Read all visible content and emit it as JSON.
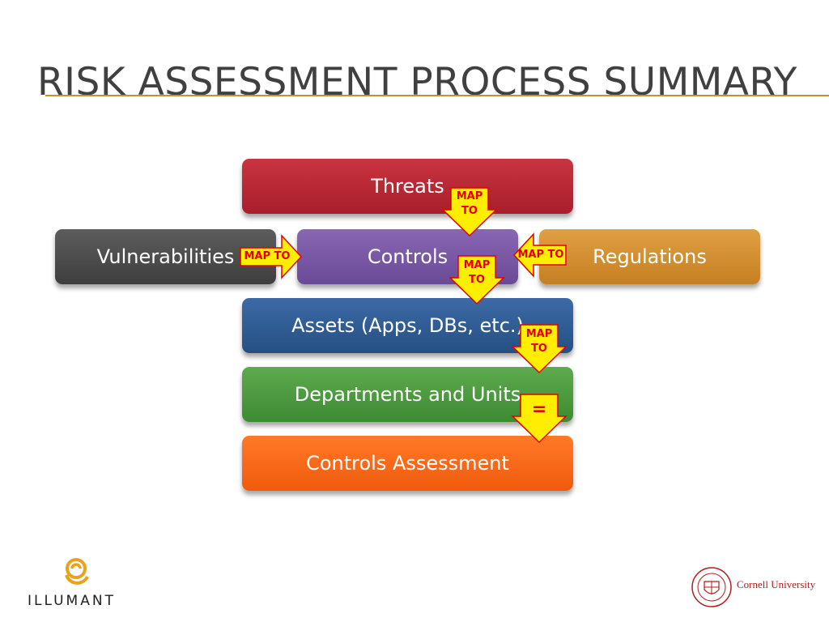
{
  "title": "RISK ASSESSMENT PROCESS SUMMARY",
  "boxes": {
    "threats": "Threats",
    "vulnerabilities": "Vulnerabilities",
    "controls": "Controls",
    "regulations": "Regulations",
    "assets": "Assets (Apps, DBs, etc.)",
    "departments": "Departments and Units",
    "assessment": "Controls Assessment"
  },
  "arrows": {
    "threats_to_controls": [
      "MAP",
      "TO"
    ],
    "vuln_to_controls": "MAP TO",
    "reg_to_controls": "MAP TO",
    "controls_to_assets": [
      "MAP",
      "TO"
    ],
    "assets_to_departments": [
      "MAP",
      "TO"
    ],
    "departments_to_assessment": "="
  },
  "logos": {
    "left": "ILLUMANT",
    "right": "Cornell University"
  },
  "colors": {
    "title_rule": "#c9902e",
    "arrow_fill": "#ffee00",
    "arrow_stroke": "#e00000",
    "threats": "#b5262f",
    "vulnerabilities": "#4a4a4a",
    "controls": "#7655a3",
    "regulations": "#d18f31",
    "assets": "#2f5d96",
    "departments": "#4c9a3f",
    "assessment": "#f7681a"
  },
  "icons": {
    "left_logo": "illumant-spiral-icon",
    "right_logo": "cornell-seal-icon"
  }
}
